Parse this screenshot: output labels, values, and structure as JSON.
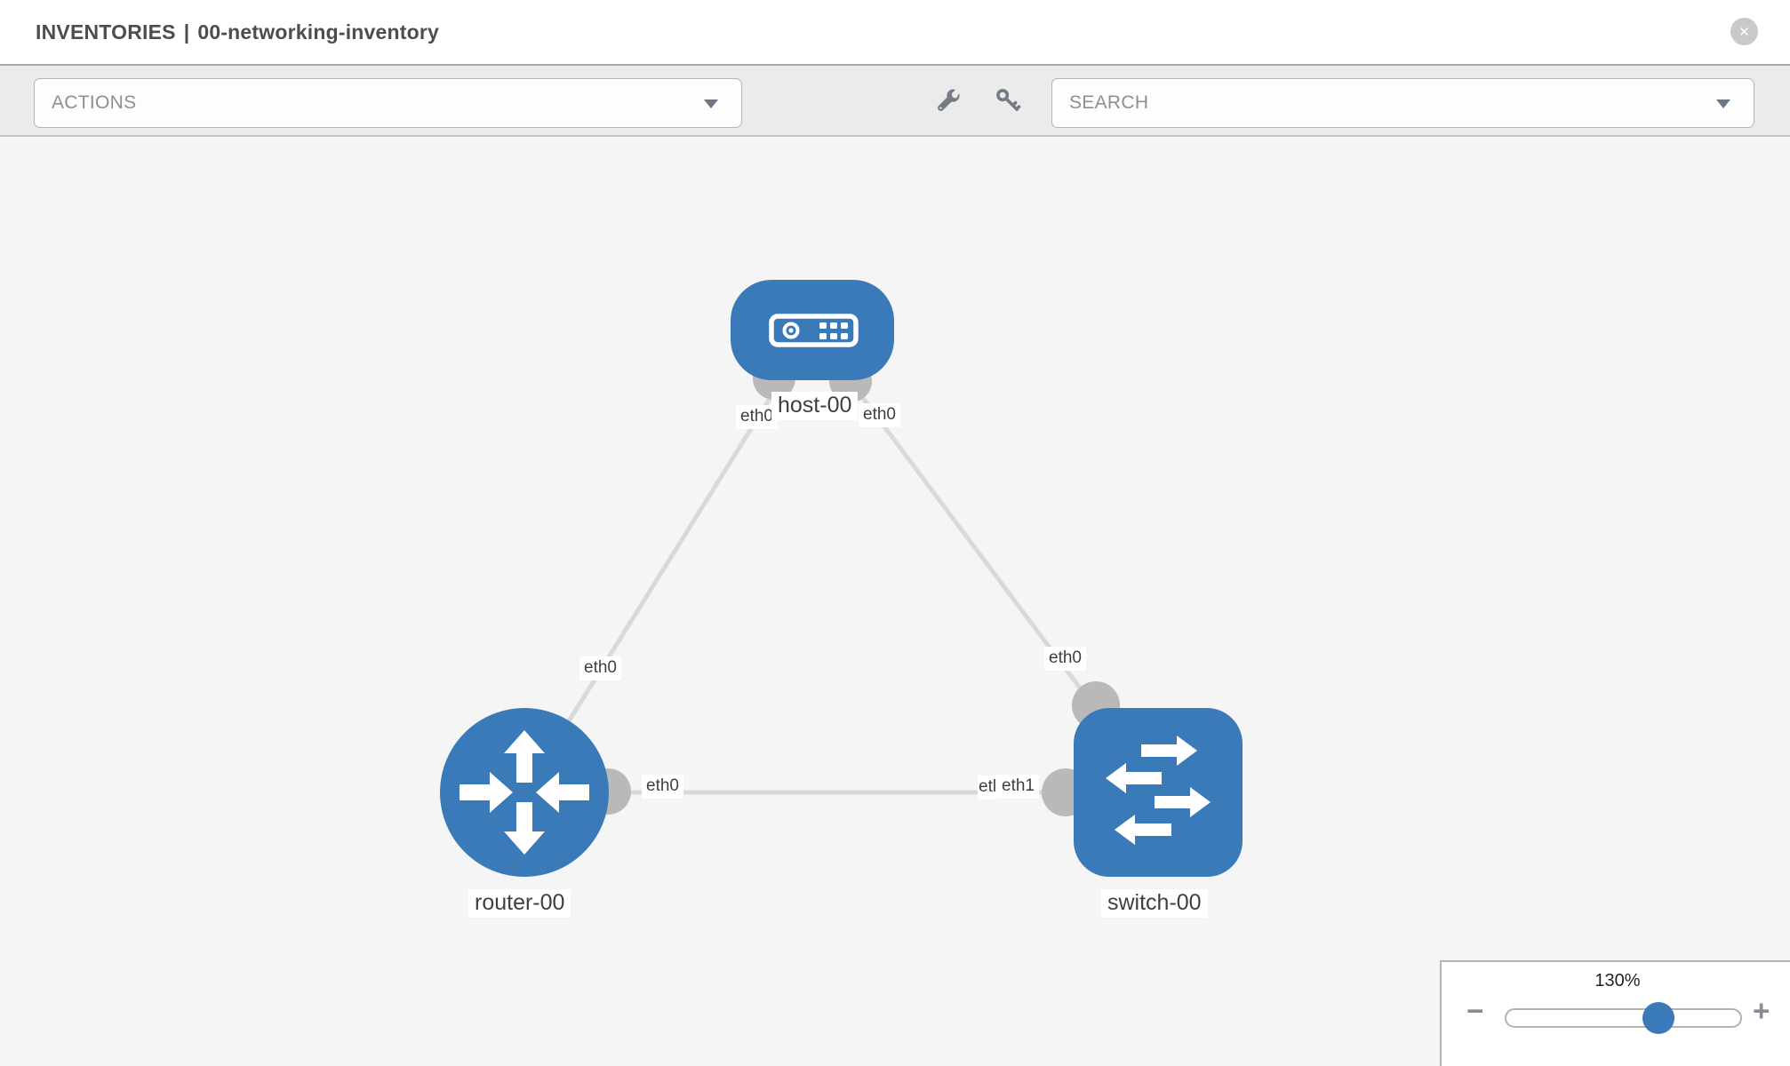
{
  "header": {
    "title_primary": "INVENTORIES",
    "title_divider": "|",
    "title_secondary": "00-networking-inventory",
    "close_label": "✕"
  },
  "toolbar": {
    "actions_label": "ACTIONS",
    "search_placeholder": "SEARCH",
    "icons": [
      "wrench-icon",
      "key-icon"
    ]
  },
  "diagram": {
    "nodes": [
      {
        "id": "host-00",
        "type": "host",
        "label": "host-00"
      },
      {
        "id": "router-00",
        "type": "router",
        "label": "router-00"
      },
      {
        "id": "switch-00",
        "type": "switch",
        "label": "switch-00"
      }
    ],
    "links": [
      {
        "source": "host-00",
        "target": "router-00",
        "source_interface": "eth0",
        "target_interface": "eth0"
      },
      {
        "source": "host-00",
        "target": "switch-00",
        "source_interface": "eth0",
        "target_interface": "eth0"
      },
      {
        "source": "router-00",
        "target": "switch-00",
        "source_interface": "eth0",
        "target_interface": "eth1",
        "clipped_fragment": "etl"
      }
    ]
  },
  "zoom_control": {
    "level": "130%",
    "minus_label": "−",
    "plus_label": "+"
  },
  "colors": {
    "node_fill": "#3b7ab8",
    "edge": "#d9d9d9",
    "port": "#b9b9b9",
    "canvas_bg": "#f5f5f5",
    "toolbar_bg": "#ebebeb",
    "title_text": "#4d4d4d"
  }
}
